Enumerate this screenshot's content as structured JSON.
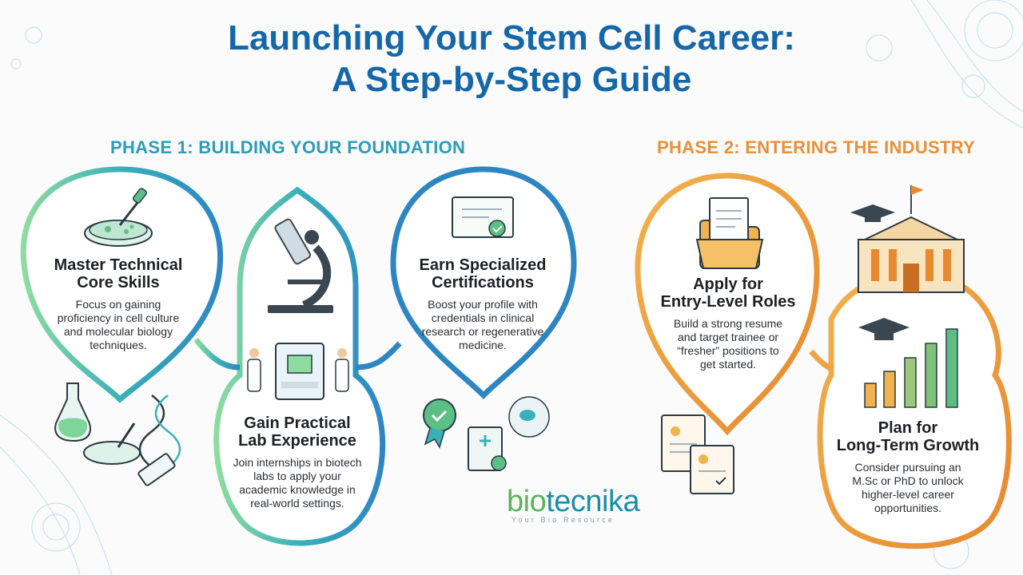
{
  "title": {
    "line1": "Launching Your Stem Cell Career:",
    "line2": "A Step-by-Step Guide"
  },
  "phases": [
    {
      "label": "PHASE 1: BUILDING YOUR FOUNDATION",
      "color": "#2d9cb8"
    },
    {
      "label": "PHASE 2: ENTERING THE INDUSTRY",
      "color": "#e8903a"
    }
  ],
  "steps": [
    {
      "title": "Master Technical\nCore Skills",
      "body": "Focus on gaining\nproficiency in cell culture\nand molecular biology\ntechniques.",
      "icon": "petri-dish-dropper-icon"
    },
    {
      "title": "Gain Practical\nLab Experience",
      "body": "Join internships in biotech\nlabs to apply your\nacademic knowledge in\nreal-world settings.",
      "icon": "microscope-icon"
    },
    {
      "title": "Earn Specialized\nCertifications",
      "body": "Boost your profile with\ncredentials in clinical\nresearch or regenerative\nmedicine.",
      "icon": "certificate-icon"
    },
    {
      "title": "Apply for\nEntry-Level Roles",
      "body": "Build a strong resume\nand target trainee or\n“fresher” positions to\nget started.",
      "icon": "folder-icon"
    },
    {
      "title": "Plan for\nLong-Term Growth",
      "body": "Consider pursuing an\nM.Sc or PhD to unlock\nhigher-level career\nopportunities.",
      "icon": "growth-chart-icon"
    }
  ],
  "logo": {
    "brand_part1": "bio",
    "brand_part2": "tecnika",
    "tagline": "Your Bio Resource"
  },
  "colors": {
    "title": "#1667a8",
    "phase1_gradient": [
      "#7fd49a",
      "#2f8fc0"
    ],
    "phase2": "#eea347"
  }
}
